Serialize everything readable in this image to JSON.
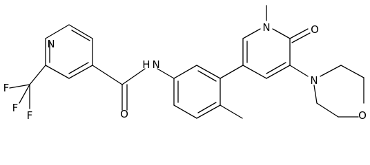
{
  "atoms": {
    "pyridine_n": "N",
    "f1": "F",
    "f2": "F",
    "f3": "F",
    "amide_o": "O",
    "amide_nh": "H N",
    "pyridone_n": "N",
    "pyridone_o": "O",
    "morpholine_n": "N",
    "morpholine_o": "O"
  },
  "colors": {
    "bond": "#000000",
    "text": "#000000",
    "background": "#ffffff"
  }
}
